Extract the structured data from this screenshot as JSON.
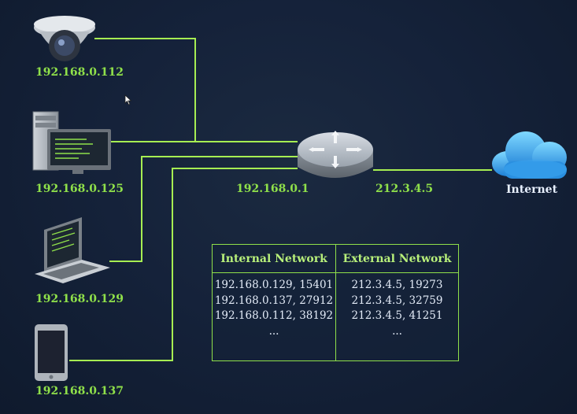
{
  "devices": [
    {
      "id": "camera",
      "ip": "192.168.0.112"
    },
    {
      "id": "desktop",
      "ip": "192.168.0.125"
    },
    {
      "id": "laptop",
      "ip": "192.168.0.129"
    },
    {
      "id": "phone",
      "ip": "192.168.0.137"
    }
  ],
  "router": {
    "internal_ip": "192.168.0.1",
    "external_ip": "212.3.4.5"
  },
  "internet": {
    "label": "Internet"
  },
  "nat_table": {
    "headers": [
      "Internal Network",
      "External Network"
    ],
    "rows": [
      [
        "192.168.0.129, 15401",
        "212.3.4.5, 19273"
      ],
      [
        "192.168.0.137, 27912",
        "212.3.4.5, 32759"
      ],
      [
        "192.168.0.112, 38192",
        "212.3.4.5, 41251"
      ],
      [
        "...",
        "..."
      ]
    ]
  },
  "colors": {
    "link": "#a6ee52",
    "label": "#8fe04a",
    "background": "#15223a"
  }
}
